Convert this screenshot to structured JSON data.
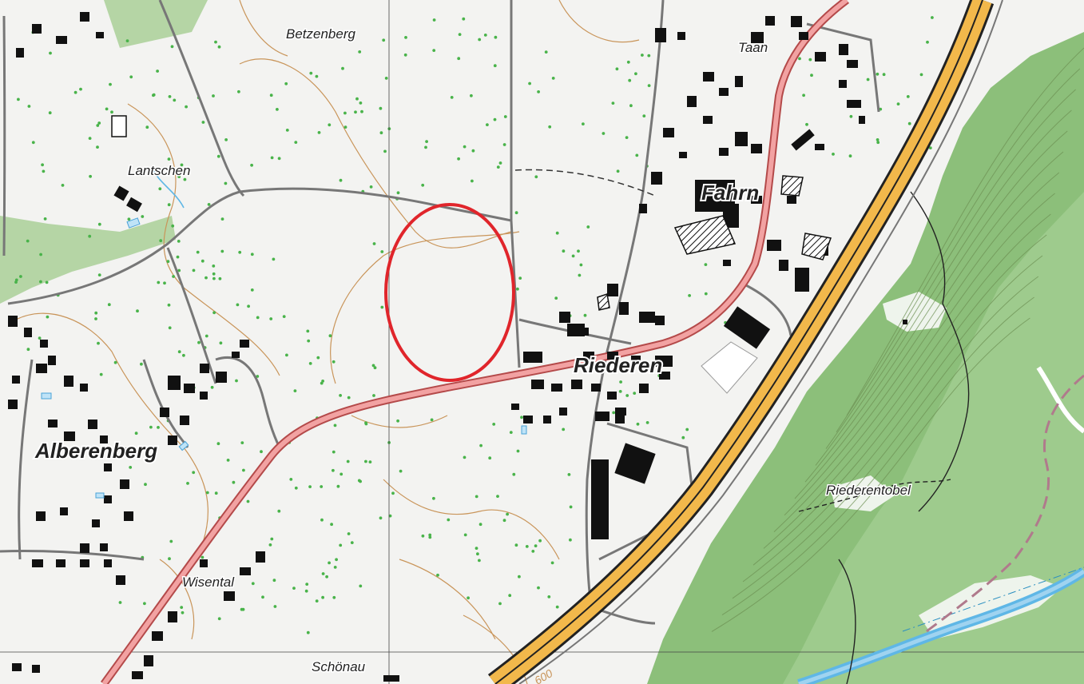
{
  "map": {
    "labels": {
      "betzenberg": "Betzenberg",
      "taan": "Taan",
      "lantschen": "Lantschen",
      "fahrn": "Fahrn",
      "riederen": "Riederen",
      "alberenberg": "Alberenberg",
      "riederentobel": "Riederentobel",
      "wisental": "Wisental",
      "schoenau": "Schönau",
      "contour_600": "600"
    },
    "colors": {
      "terrain": "#f3f3f1",
      "forest": "#8cbf7a",
      "forest_dark": "#74ad62",
      "meadow_dots": "#49b34a",
      "contour": "#c9955a",
      "building": "#111111",
      "highway_fill": "#f2b84b",
      "highway_casing": "#222222",
      "main_road_fill": "#f2a2a2",
      "main_road_casing": "#b44a4a",
      "road": "#8a8a8a",
      "water": "#5fb7e6",
      "trail": "#b07a8c",
      "marker": "#e0252b"
    },
    "marker": {
      "type": "ellipse",
      "color": "#e0252b"
    }
  }
}
